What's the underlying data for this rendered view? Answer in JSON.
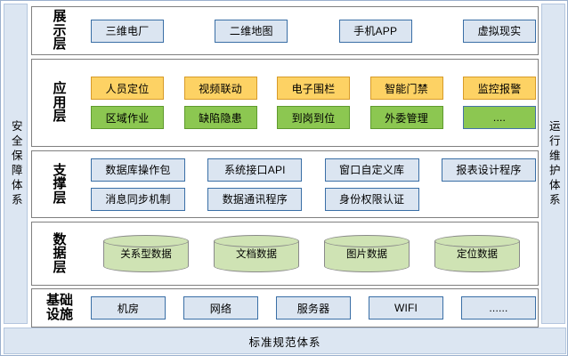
{
  "rails": {
    "left": {
      "name": "security-assurance-rail",
      "text": "安全保障体系"
    },
    "right": {
      "name": "ops-maintenance-rail",
      "text": "运行维护体系"
    }
  },
  "bottom_band": {
    "text": "标准规范体系"
  },
  "layers": [
    {
      "id": "presentation",
      "label": "展\n示\n层",
      "rows": [
        {
          "items": [
            {
              "text": "三维电厂",
              "style": "blue",
              "width": 82
            },
            {
              "text": "二维地图",
              "style": "blue",
              "width": 82
            },
            {
              "text": "手机APP",
              "style": "blue",
              "width": 82
            },
            {
              "text": "虚拟现实",
              "style": "blue",
              "width": 82
            }
          ]
        }
      ]
    },
    {
      "id": "application",
      "label": "应\n用\n层",
      "rows": [
        {
          "items": [
            {
              "text": "人员定位",
              "style": "amber",
              "width": 82
            },
            {
              "text": "视频联动",
              "style": "amber",
              "width": 82
            },
            {
              "text": "电子围栏",
              "style": "amber",
              "width": 82
            },
            {
              "text": "智能门禁",
              "style": "amber",
              "width": 82
            },
            {
              "text": "监控报警",
              "style": "amber",
              "width": 82
            }
          ]
        },
        {
          "items": [
            {
              "text": "区域作业",
              "style": "green",
              "width": 82
            },
            {
              "text": "缺陷隐患",
              "style": "green",
              "width": 82
            },
            {
              "text": "到岗到位",
              "style": "green",
              "width": 82
            },
            {
              "text": "外委管理",
              "style": "green",
              "width": 82
            },
            {
              "text": "....",
              "style": "green-blueborder",
              "width": 82
            }
          ]
        }
      ]
    },
    {
      "id": "support",
      "label": "支\n撑\n层",
      "rows": [
        {
          "items": [
            {
              "text": "数据库操作包",
              "style": "blue",
              "width": 106
            },
            {
              "text": "系统接口API",
              "style": "blue",
              "width": 106
            },
            {
              "text": "窗口自定义库",
              "style": "blue",
              "width": 106
            },
            {
              "text": "报表设计程序",
              "style": "blue",
              "width": 106
            }
          ]
        },
        {
          "items": [
            {
              "text": "消息同步机制",
              "style": "blue",
              "width": 106
            },
            {
              "text": "数据通讯程序",
              "style": "blue",
              "width": 106
            },
            {
              "text": "身份权限认证",
              "style": "blue",
              "width": 106
            }
          ]
        }
      ]
    },
    {
      "id": "data",
      "label": "数\n据\n层",
      "cylinders": [
        {
          "text": "关系型数据"
        },
        {
          "text": "文档数据"
        },
        {
          "text": "图片数据"
        },
        {
          "text": "定位数据"
        }
      ]
    },
    {
      "id": "infrastructure",
      "label": "基础\n设施",
      "rows": [
        {
          "items": [
            {
              "text": "机房",
              "style": "blue",
              "width": 84
            },
            {
              "text": "网络",
              "style": "blue",
              "width": 84
            },
            {
              "text": "服务器",
              "style": "blue",
              "width": 84
            },
            {
              "text": "WIFI",
              "style": "blue",
              "width": 84
            },
            {
              "text": "......",
              "style": "blue",
              "width": 84
            }
          ]
        }
      ]
    }
  ],
  "colors": {
    "rail_fill": "#dce6f2",
    "rail_border": "#b4c6de",
    "panel_border": "#7f7f7f",
    "blue_fill": "#dbe5f1",
    "blue_border": "#3a6fa6",
    "amber_fill": "#fdd264",
    "amber_border": "#d79b29",
    "green_fill": "#8cc751",
    "green_border": "#5f9a2e",
    "cylinder_fill": "#cfe3b4",
    "cylinder_border": "#8a8a8a"
  },
  "layout": {
    "panel_tops": [
      3,
      62,
      165,
      245,
      320
    ],
    "panel_heights": [
      55,
      99,
      76,
      72,
      44
    ]
  }
}
